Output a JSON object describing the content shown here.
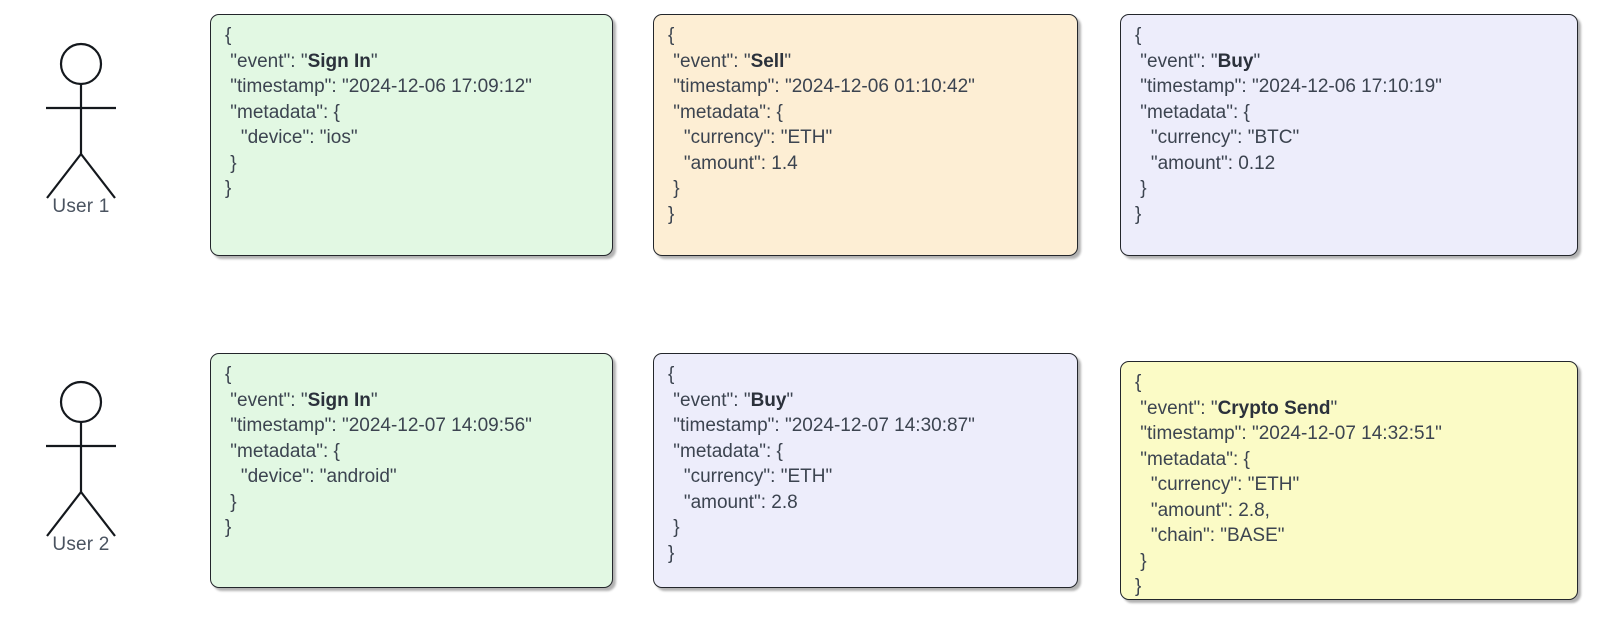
{
  "diagram": {
    "title": "User event log timeline",
    "colors": {
      "green": "#e2f8e3",
      "orange": "#fdeed4",
      "lavender": "#ededfb",
      "yellow": "#fbfbc6",
      "border": "#23262b",
      "text": "#3c4450",
      "label": "#4a5360"
    }
  },
  "actors": [
    {
      "label": "User 1",
      "icon": "stick-figure-icon"
    },
    {
      "label": "User 2",
      "icon": "stick-figure-icon"
    }
  ],
  "rows": [
    {
      "actor": "User 1",
      "events": [
        {
          "fill": "green",
          "event": "Sign In",
          "timestamp": "2024-12-06 17:09:12",
          "lines": [
            "{",
            " \"event\": ",
            " \"timestamp\": \"2024-12-06 17:09:12\"",
            " \"metadata\": {",
            "   \"device\": \"ios\"",
            " }",
            "}"
          ],
          "metadata": {
            "device": "ios"
          }
        },
        {
          "fill": "orange",
          "event": "Sell",
          "timestamp": "2024-12-06 01:10:42",
          "lines": [
            "{",
            " \"event\": ",
            " \"timestamp\": \"2024-12-06 01:10:42\"",
            " \"metadata\": {",
            "   \"currency\": \"ETH\"",
            "   \"amount\": 1.4",
            " }",
            "}"
          ],
          "metadata": {
            "currency": "ETH",
            "amount": "1.4"
          }
        },
        {
          "fill": "lavender",
          "event": "Buy",
          "timestamp": "2024-12-06 17:10:19",
          "lines": [
            "{",
            " \"event\": ",
            " \"timestamp\": \"2024-12-06 17:10:19\"",
            " \"metadata\": {",
            "   \"currency\": \"BTC\"",
            "   \"amount\": 0.12",
            " }",
            "}"
          ],
          "metadata": {
            "currency": "BTC",
            "amount": "0.12"
          }
        }
      ]
    },
    {
      "actor": "User 2",
      "events": [
        {
          "fill": "green",
          "event": "Sign In",
          "timestamp": "2024-12-07 14:09:56",
          "lines": [
            "{",
            " \"event\": ",
            " \"timestamp\": \"2024-12-07 14:09:56\"",
            " \"metadata\": {",
            "   \"device\": \"android\"",
            " }",
            "}"
          ],
          "metadata": {
            "device": "android"
          }
        },
        {
          "fill": "lavender",
          "event": "Buy",
          "timestamp": "2024-12-07 14:30:87",
          "lines": [
            "{",
            " \"event\": ",
            " \"timestamp\": \"2024-12-07 14:30:87\"",
            " \"metadata\": {",
            "   \"currency\": \"ETH\"",
            "   \"amount\": 2.8",
            " }",
            "}"
          ],
          "metadata": {
            "currency": "ETH",
            "amount": "2.8"
          }
        },
        {
          "fill": "yellow",
          "event": "Crypto Send",
          "timestamp": "2024-12-07 14:32:51",
          "lines": [
            "{",
            " \"event\": ",
            " \"timestamp\": \"2024-12-07 14:32:51\"",
            " \"metadata\": {",
            "   \"currency\": \"ETH\"",
            "   \"amount\": 2.8,",
            "   \"chain\": \"BASE\"",
            " }",
            "}"
          ],
          "metadata": {
            "currency": "ETH",
            "amount": "2.8,",
            "chain": "BASE"
          }
        }
      ]
    }
  ]
}
